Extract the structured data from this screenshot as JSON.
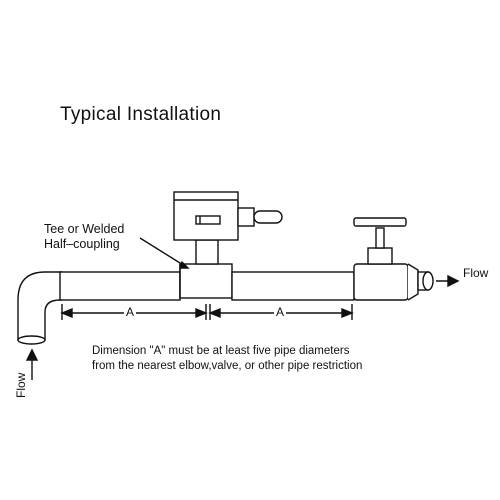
{
  "title": "Typical Installation",
  "callout": {
    "line1": "Tee or Welded",
    "line2": "Half–coupling"
  },
  "dimension_label_1": "A",
  "dimension_label_2": "A",
  "note": {
    "line1": "Dimension \"A\" must be at least five pipe diameters",
    "line2": "from the nearest elbow,valve, or other pipe restriction"
  },
  "flow_right": "Flow",
  "flow_left": "Flow"
}
